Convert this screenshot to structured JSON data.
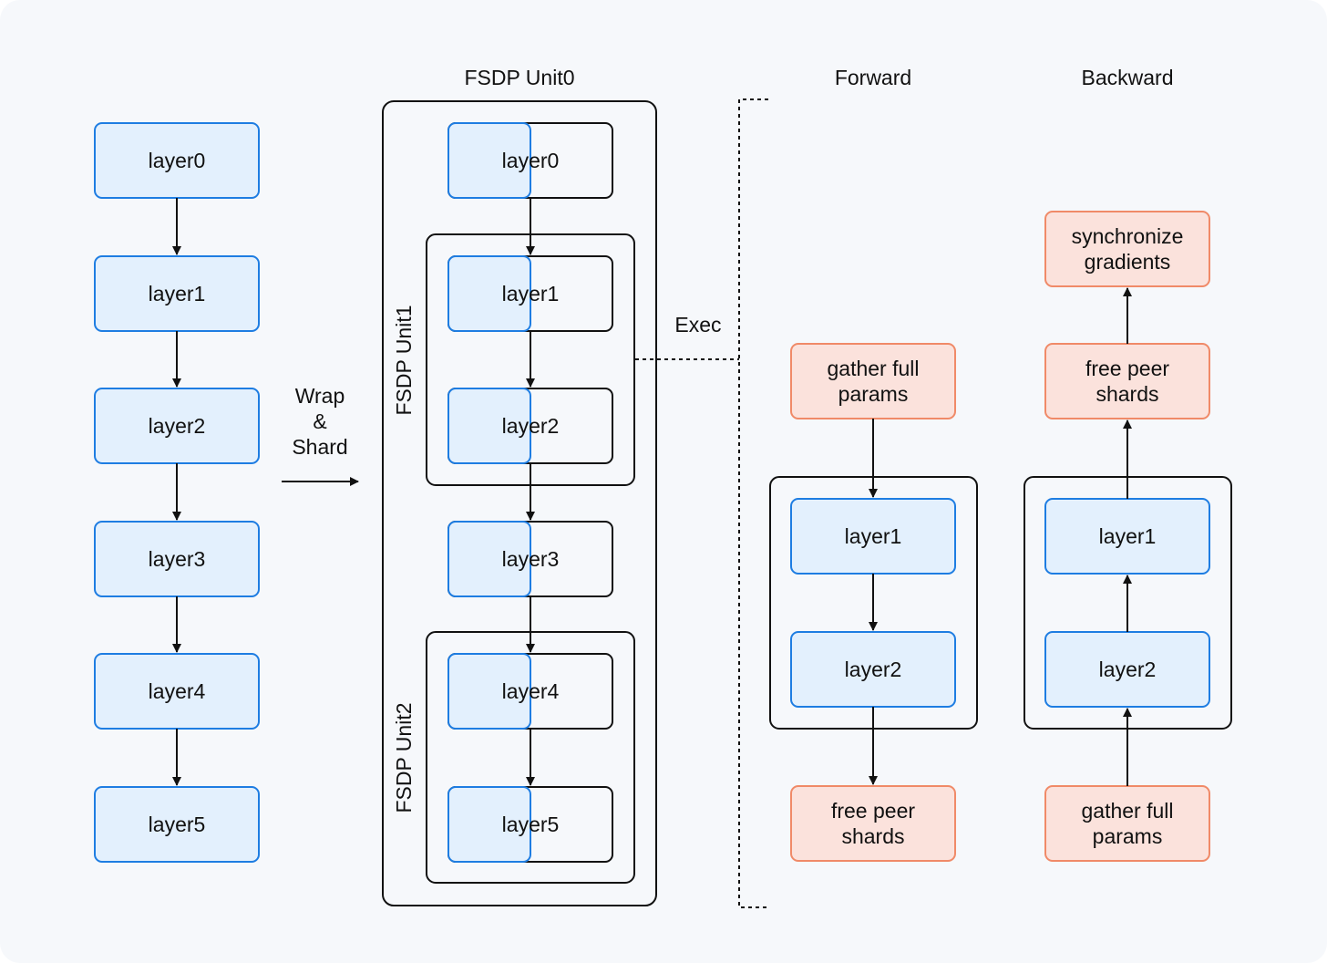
{
  "colors": {
    "background": "#f6f8fb",
    "layer_fill": "#e3f0fd",
    "layer_border": "#1e7de2",
    "op_fill": "#fbe2dc",
    "op_border": "#f08a68",
    "outline": "#111111"
  },
  "original": {
    "layers": [
      "layer0",
      "layer1",
      "layer2",
      "layer3",
      "layer4",
      "layer5"
    ]
  },
  "transform": {
    "label": "Wrap\n&\nShard"
  },
  "fsdp": {
    "unit0_title": "FSDP Unit0",
    "unit1_title": "FSDP Unit1",
    "unit2_title": "FSDP Unit2",
    "layers": [
      "layer0",
      "layer1",
      "layer2",
      "layer3",
      "layer4",
      "layer5"
    ]
  },
  "exec": {
    "label": "Exec"
  },
  "forward": {
    "title": "Forward",
    "gather": "gather full\nparams",
    "layers": [
      "layer1",
      "layer2"
    ],
    "free": "free peer\nshards"
  },
  "backward": {
    "title": "Backward",
    "sync": "synchronize\ngradients",
    "free": "free peer\nshards",
    "layers": [
      "layer1",
      "layer2"
    ],
    "gather": "gather full\nparams"
  }
}
